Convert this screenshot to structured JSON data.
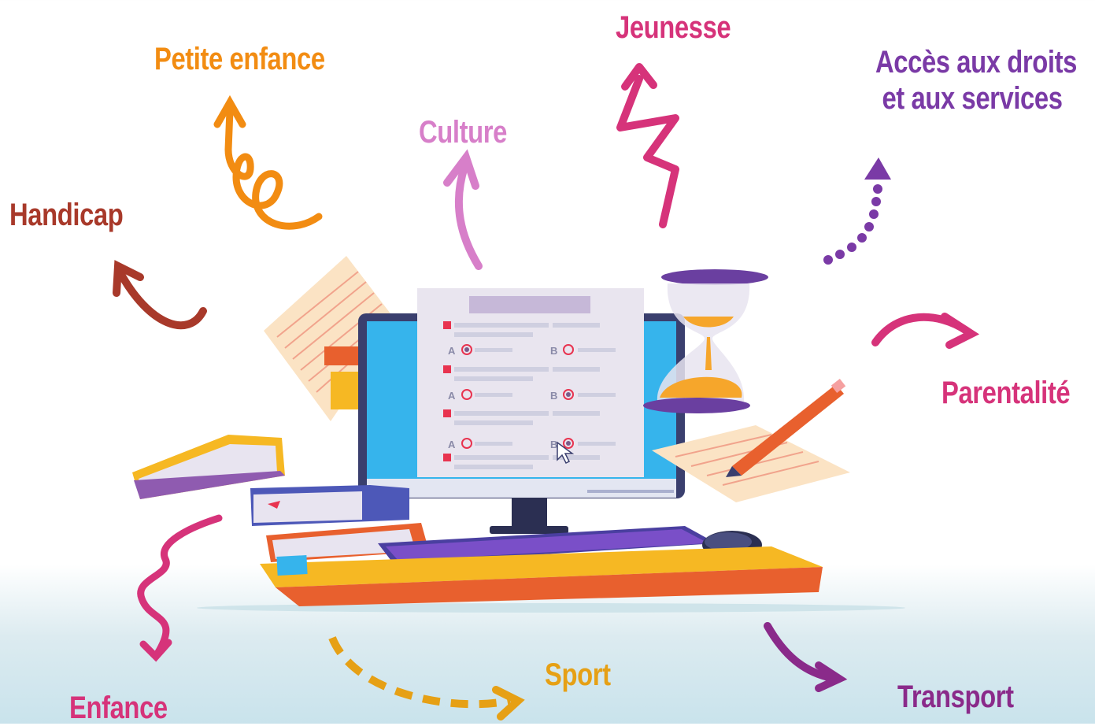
{
  "labels": {
    "petite_enfance": {
      "text": "Petite enfance",
      "color": "#f28c12"
    },
    "jeunesse": {
      "text": "Jeunesse",
      "color": "#d6337a"
    },
    "acces_line1": {
      "text": "Accès aux droits",
      "color": "#7a3aa6"
    },
    "acces_line2": {
      "text": "et aux services",
      "color": "#7a3aa6"
    },
    "culture": {
      "text": "Culture",
      "color": "#d77fc9"
    },
    "handicap": {
      "text": "Handicap",
      "color": "#a8392a"
    },
    "parentalite": {
      "text": "Parentalité",
      "color": "#d6337a"
    },
    "sport": {
      "text": "Sport",
      "color": "#e6a015"
    },
    "enfance": {
      "text": "Enfance",
      "color": "#d6337a"
    },
    "transport": {
      "text": "Transport",
      "color": "#8a2a8a"
    }
  },
  "quiz_sheet": {
    "options": [
      "A",
      "B",
      "A",
      "B",
      "A",
      "B"
    ]
  }
}
